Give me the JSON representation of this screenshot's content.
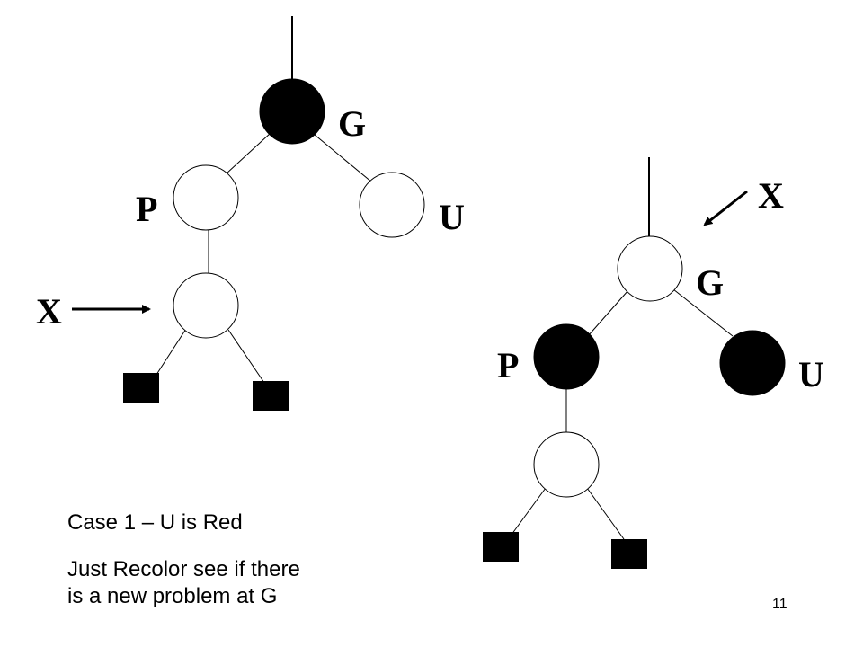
{
  "colors": {
    "black_node": "#000000",
    "white_node": "#ffffff",
    "stroke": "#000000",
    "background": "#ffffff"
  },
  "before_tree": {
    "labels": {
      "grandparent": "G",
      "parent": "P",
      "uncle": "U",
      "inserted": "X"
    },
    "node_colors": {
      "grandparent": "black",
      "parent": "white",
      "uncle": "white",
      "inserted": "white"
    }
  },
  "after_tree": {
    "labels": {
      "grandparent": "G",
      "parent": "P",
      "uncle": "U",
      "pointer": "X"
    },
    "node_colors": {
      "grandparent": "white",
      "parent": "black",
      "uncle": "black",
      "child": "white"
    }
  },
  "caption": {
    "case": "Case 1 – U is Red",
    "line1": "Just Recolor see if there",
    "line2": "is a new problem at G"
  },
  "page_number": "11"
}
